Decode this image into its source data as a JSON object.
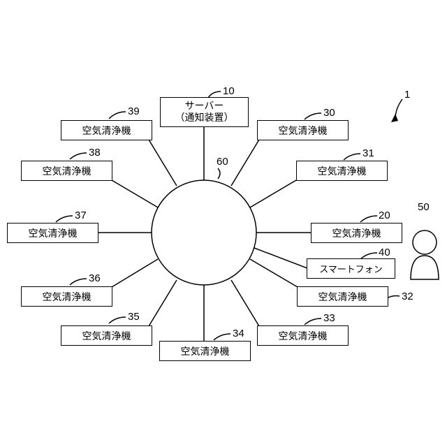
{
  "system_ref": "1",
  "network_ref": "60",
  "server": {
    "ref": "10",
    "line1": "サーバー",
    "line2": "（通知装置）"
  },
  "smartphone": {
    "ref": "40",
    "label": "スマートフォン"
  },
  "user": {
    "ref": "50"
  },
  "purifiers": [
    {
      "ref": "39",
      "label": "空気清浄機"
    },
    {
      "ref": "38",
      "label": "空気清浄機"
    },
    {
      "ref": "37",
      "label": "空気清浄機"
    },
    {
      "ref": "36",
      "label": "空気清浄機"
    },
    {
      "ref": "35",
      "label": "空気清浄機"
    },
    {
      "ref": "34",
      "label": "空気清浄機"
    },
    {
      "ref": "33",
      "label": "空気清浄機"
    },
    {
      "ref": "32",
      "label": "空気清浄機"
    },
    {
      "ref": "20",
      "label": "空気清浄機"
    },
    {
      "ref": "31",
      "label": "空気清浄機"
    },
    {
      "ref": "30",
      "label": "空気清浄機"
    }
  ]
}
